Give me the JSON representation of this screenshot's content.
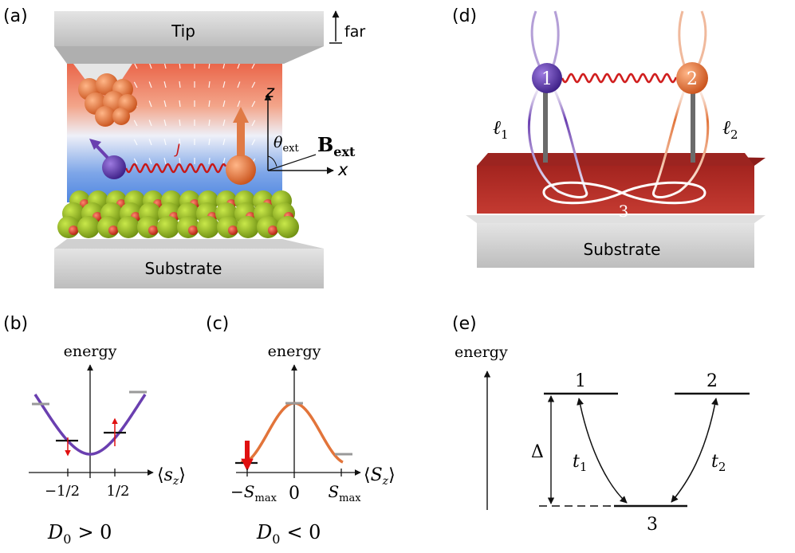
{
  "panels": {
    "a": {
      "label": "(a)",
      "tip": "Tip",
      "far": "far",
      "substrate": "Substrate",
      "axis_z": "z",
      "axis_x": "x",
      "coupling": "J",
      "theta": "θ",
      "theta_sub": "ext",
      "field": "B",
      "field_sub": "ext"
    },
    "b": {
      "label": "(b)",
      "ylabel": "energy",
      "xlabel_open": "⟨",
      "xlabel_var": "s",
      "xlabel_sub": "z",
      "xlabel_close": "⟩",
      "tick_neg": "−1/2",
      "tick_pos": "1/2",
      "condition_var": "D",
      "condition_sub": "0",
      "condition_rel": "> 0"
    },
    "c": {
      "label": "(c)",
      "ylabel": "energy",
      "xlabel_open": "⟨",
      "xlabel_var": "S",
      "xlabel_sub": "z",
      "xlabel_close": "⟩",
      "tick_neg": "−S",
      "tick_neg_sub": "max",
      "tick_zero": "0",
      "tick_pos": "S",
      "tick_pos_sub": "max",
      "condition_var": "D",
      "condition_sub": "0",
      "condition_rel": "< 0"
    },
    "d": {
      "label": "(d)",
      "site1": "1",
      "site2": "2",
      "site3": "3",
      "ell1": "ℓ",
      "ell1_sub": "1",
      "ell2": "ℓ",
      "ell2_sub": "2",
      "substrate": "Substrate"
    },
    "e": {
      "label": "(e)",
      "ylabel": "energy",
      "level1": "1",
      "level2": "2",
      "level3": "3",
      "delta": "Δ",
      "t1": "t",
      "t1_sub": "1",
      "t2": "t",
      "t2_sub": "2"
    }
  },
  "colors": {
    "purple": "#6a3fb0",
    "orange": "#e2743a",
    "red": "#e01010",
    "substrate_red": "#b22a26",
    "grey_box": "#cfcfcf"
  }
}
